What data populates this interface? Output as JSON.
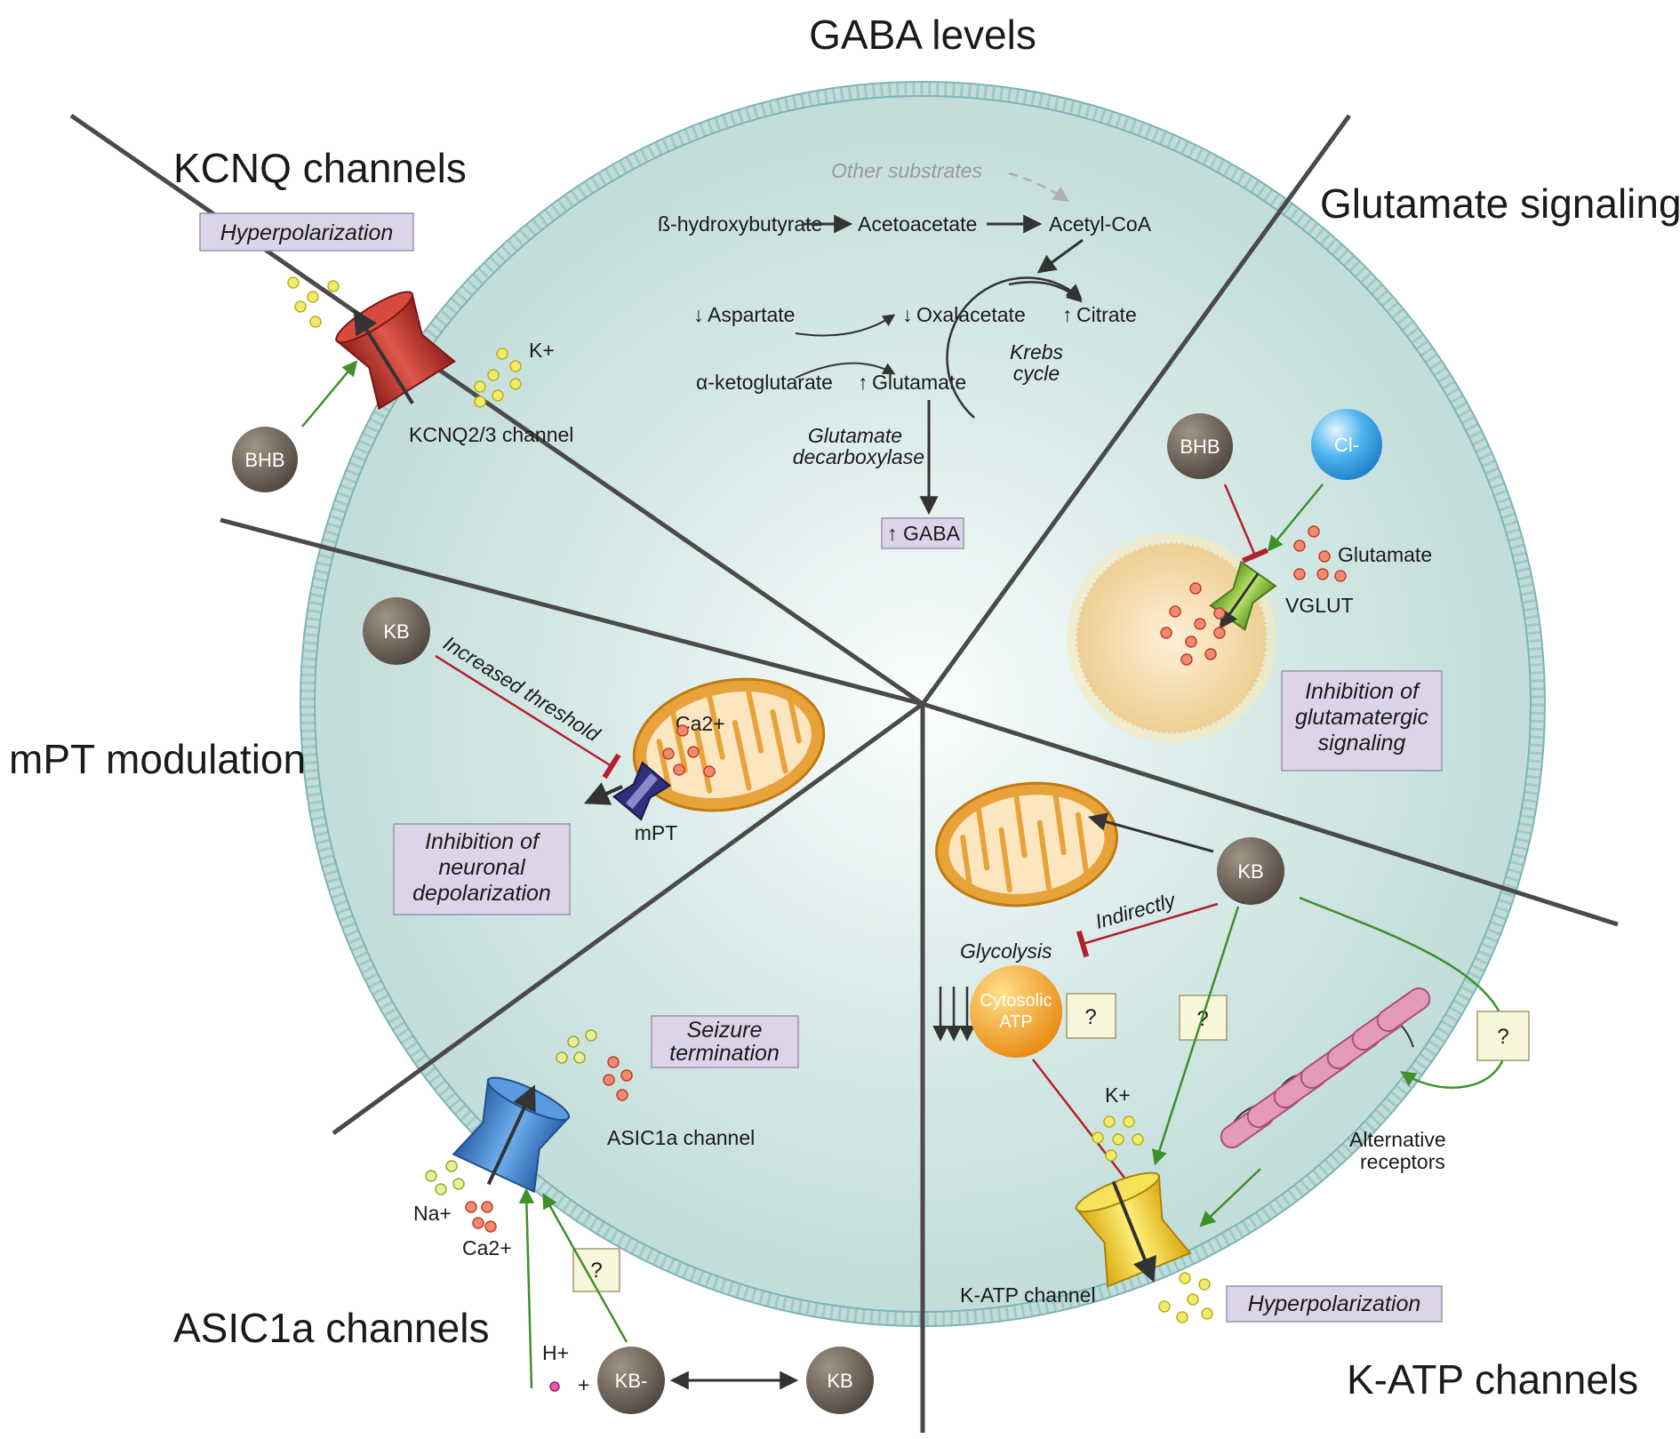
{
  "sections": {
    "gaba": "GABA levels",
    "kcnq": "KCNQ channels",
    "glutamate": "Glutamate signaling",
    "mpt": "mPT modulation",
    "asic": "ASIC1a channels",
    "katp": "K-ATP channels"
  },
  "kcnq": {
    "effect": "Hyperpolarization",
    "ion": "K+",
    "channel": "KCNQ2/3 channel",
    "agent": "BHB"
  },
  "gaba": {
    "other_substrates": "Other substrates",
    "bhb": "ß-hydroxybutyrate",
    "acetoacetate": "Acetoacetate",
    "acetyl_coa": "Acetyl-CoA",
    "aspartate": "Aspartate",
    "oxalacetate": "Oxalacetate",
    "citrate": "Citrate",
    "akg": "α-ketoglutarate",
    "glutamate": "Glutamate",
    "krebs_1": "Krebs",
    "krebs_2": "cycle",
    "enzyme_1": "Glutamate",
    "enzyme_2": "decarboxylase",
    "gaba": "GABA",
    "up": "↑",
    "down": "↓"
  },
  "glutamate": {
    "agent": "BHB",
    "ion": "Cl-",
    "neurotransmitter": "Glutamate",
    "transporter": "VGLUT",
    "effect_1": "Inhibition of",
    "effect_2": "glutamatergic",
    "effect_3": "signaling"
  },
  "mpt": {
    "agent": "KB",
    "arrow_label": "Increased threshold",
    "ion": "Ca2+",
    "pore": "mPT",
    "effect_1": "Inhibition of",
    "effect_2": "neuronal",
    "effect_3": "depolarization"
  },
  "asic": {
    "effect_1": "Seizure",
    "effect_2": "termination",
    "channel": "ASIC1a channel",
    "na": "Na+",
    "ca": "Ca2+",
    "proton": "H+",
    "plus": "+",
    "unknown": "?",
    "kb_minus": "KB-",
    "kb": "KB"
  },
  "katp": {
    "agent": "KB",
    "indirectly": "Indirectly",
    "glycolysis": "Glycolysis",
    "atp_1": "Cytosolic",
    "atp_2": "ATP",
    "unknown": "?",
    "ion": "K+",
    "receptors_1": "Alternative",
    "receptors_2": "receptors",
    "channel": "K-ATP channel",
    "effect": "Hyperpolarization"
  },
  "colors": {
    "cell_fill": "#c4dedb",
    "membrane": "#8fbfbf",
    "ball_gray": "#6e6359",
    "activation": "#3f8f2a",
    "inhibition": "#b3202a",
    "effect_box": "#dcd5ea",
    "question_box": "#f8f7dc",
    "mitochondrion": "#e8a23a",
    "kcnq_channel": "#c8342b",
    "asic_channel": "#3d7fc9",
    "katp_channel": "#f2d21c",
    "vglut": "#8fc43a",
    "receptor": "#e59ab8",
    "potassium_ion": "#f1ea6a",
    "sodium_ion": "#cfe06a",
    "glutamate_ion": "#e86a50"
  }
}
